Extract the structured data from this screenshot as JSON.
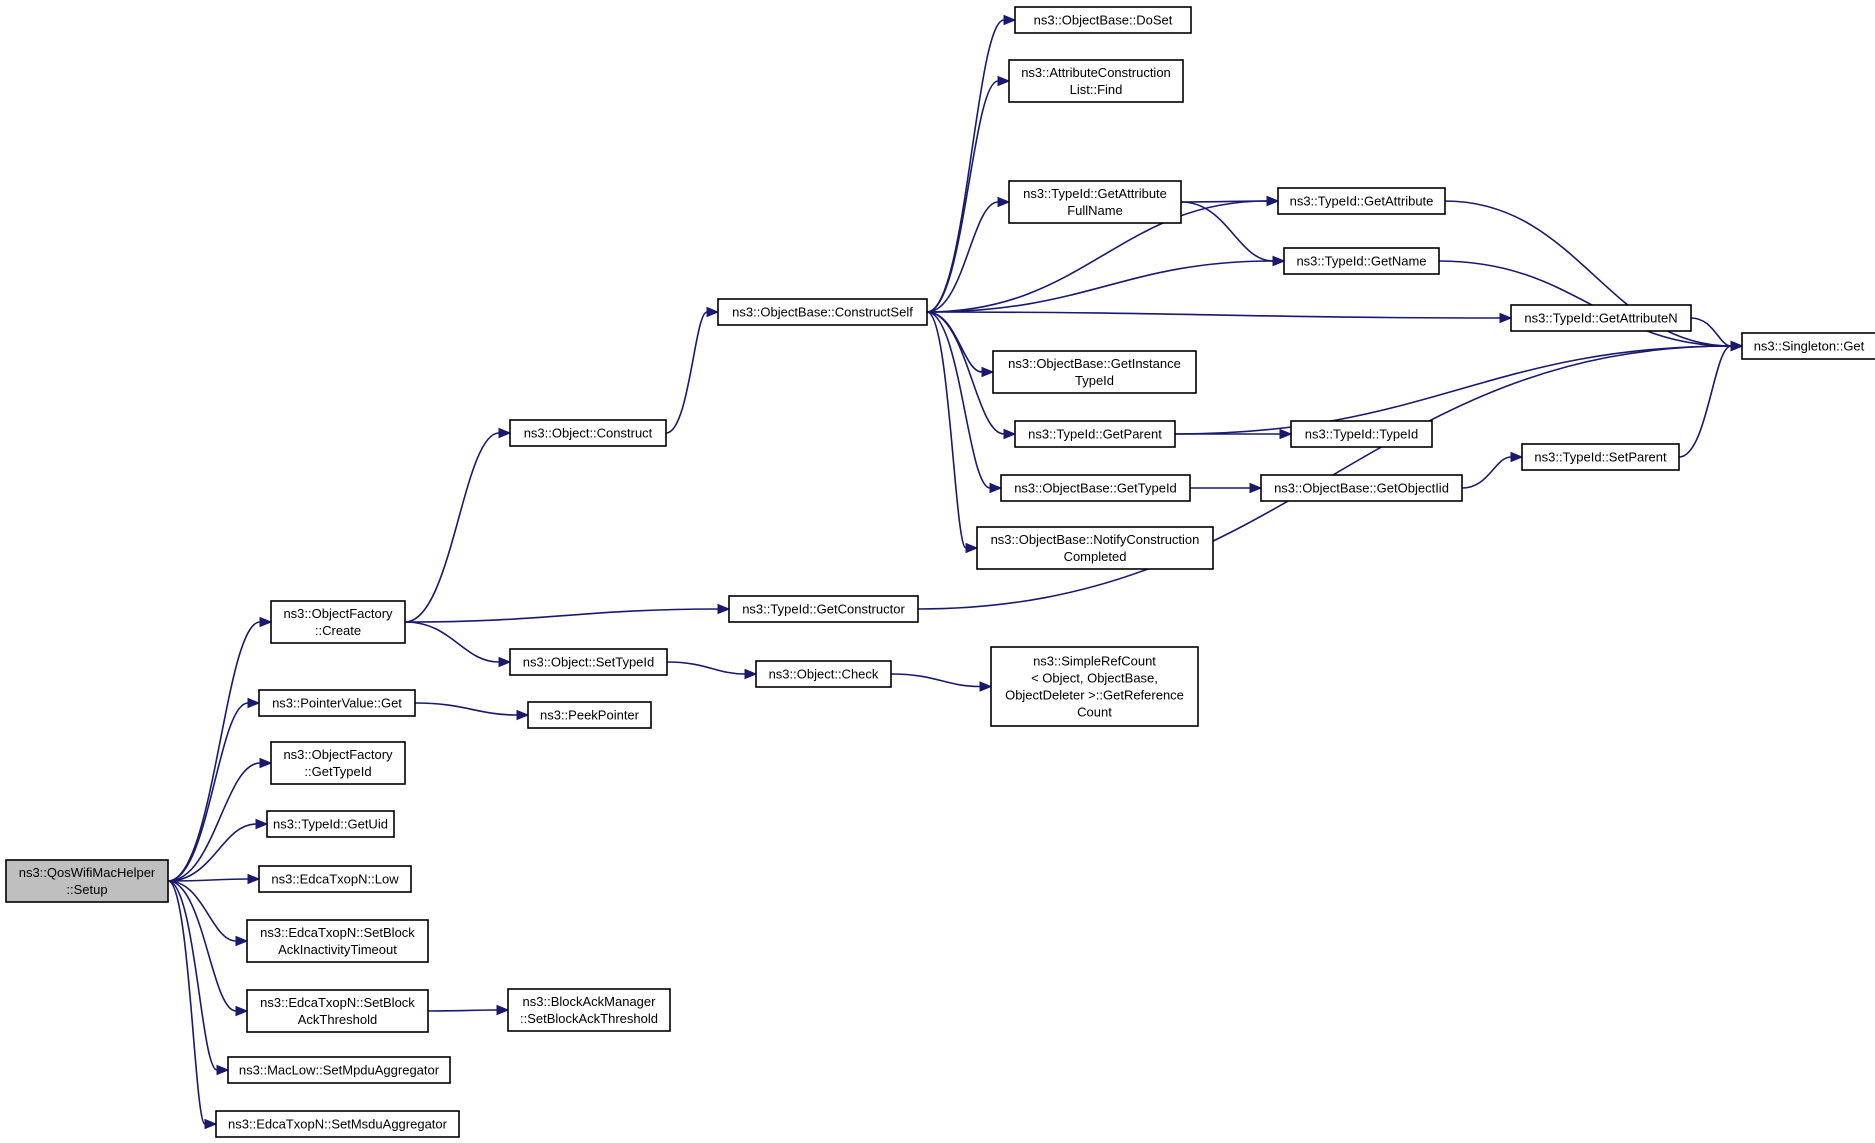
{
  "graph": {
    "root": "setup",
    "nodes": [
      {
        "id": "setup",
        "lines": [
          "ns3::QosWifiMacHelper",
          "::Setup"
        ]
      },
      {
        "id": "of_create",
        "lines": [
          "ns3::ObjectFactory",
          "::Create"
        ]
      },
      {
        "id": "pv_get",
        "lines": [
          "ns3::PointerValue::Get"
        ]
      },
      {
        "id": "of_gettypeid",
        "lines": [
          "ns3::ObjectFactory",
          "::GetTypeId"
        ]
      },
      {
        "id": "tid_getuid",
        "lines": [
          "ns3::TypeId::GetUid"
        ]
      },
      {
        "id": "edca_low",
        "lines": [
          "ns3::EdcaTxopN::Low"
        ]
      },
      {
        "id": "edca_setblockack_inact",
        "lines": [
          "ns3::EdcaTxopN::SetBlock",
          "AckInactivityTimeout"
        ]
      },
      {
        "id": "edca_setblockack_thr",
        "lines": [
          "ns3::EdcaTxopN::SetBlock",
          "AckThreshold"
        ]
      },
      {
        "id": "maclow_setmpdu",
        "lines": [
          "ns3::MacLow::SetMpduAggregator"
        ]
      },
      {
        "id": "edca_setmsdu",
        "lines": [
          "ns3::EdcaTxopN::SetMsduAggregator"
        ]
      },
      {
        "id": "obj_construct",
        "lines": [
          "ns3::Object::Construct"
        ]
      },
      {
        "id": "obj_settypeid",
        "lines": [
          "ns3::Object::SetTypeId"
        ]
      },
      {
        "id": "peekpointer",
        "lines": [
          "ns3::PeekPointer"
        ]
      },
      {
        "id": "bam_setthr",
        "lines": [
          "ns3::BlockAckManager",
          "::SetBlockAckThreshold"
        ]
      },
      {
        "id": "ob_constructself",
        "lines": [
          "ns3::ObjectBase::ConstructSelf"
        ]
      },
      {
        "id": "tid_getconstructor",
        "lines": [
          "ns3::TypeId::GetConstructor"
        ]
      },
      {
        "id": "obj_check",
        "lines": [
          "ns3::Object::Check"
        ]
      },
      {
        "id": "ob_doset",
        "lines": [
          "ns3::ObjectBase::DoSet"
        ]
      },
      {
        "id": "acl_find",
        "lines": [
          "ns3::AttributeConstruction",
          "List::Find"
        ]
      },
      {
        "id": "tid_getattrfullname",
        "lines": [
          "ns3::TypeId::GetAttribute",
          "FullName"
        ]
      },
      {
        "id": "ob_getinstancetypeid",
        "lines": [
          "ns3::ObjectBase::GetInstance",
          "TypeId"
        ]
      },
      {
        "id": "tid_getparent",
        "lines": [
          "ns3::TypeId::GetParent"
        ]
      },
      {
        "id": "ob_gettypeid",
        "lines": [
          "ns3::ObjectBase::GetTypeId"
        ]
      },
      {
        "id": "ob_notify",
        "lines": [
          "ns3::ObjectBase::NotifyConstruction",
          "Completed"
        ]
      },
      {
        "id": "src_getrefcount",
        "lines": [
          "ns3::SimpleRefCount",
          "< Object, ObjectBase,",
          " ObjectDeleter >::GetReference",
          "Count"
        ]
      },
      {
        "id": "tid_getattribute",
        "lines": [
          "ns3::TypeId::GetAttribute"
        ]
      },
      {
        "id": "tid_getname",
        "lines": [
          "ns3::TypeId::GetName"
        ]
      },
      {
        "id": "tid_typeid",
        "lines": [
          "ns3::TypeId::TypeId"
        ]
      },
      {
        "id": "ob_getobjectiid",
        "lines": [
          "ns3::ObjectBase::GetObjectIid"
        ]
      },
      {
        "id": "tid_getattributen",
        "lines": [
          "ns3::TypeId::GetAttributeN"
        ]
      },
      {
        "id": "tid_setparent",
        "lines": [
          "ns3::TypeId::SetParent"
        ]
      },
      {
        "id": "singleton_get",
        "lines": [
          "ns3::Singleton::Get"
        ]
      }
    ],
    "edges": [
      [
        "setup",
        "of_create"
      ],
      [
        "setup",
        "pv_get"
      ],
      [
        "setup",
        "of_gettypeid"
      ],
      [
        "setup",
        "tid_getuid"
      ],
      [
        "setup",
        "edca_low"
      ],
      [
        "setup",
        "edca_setblockack_inact"
      ],
      [
        "setup",
        "edca_setblockack_thr"
      ],
      [
        "setup",
        "maclow_setmpdu"
      ],
      [
        "setup",
        "edca_setmsdu"
      ],
      [
        "of_create",
        "obj_construct"
      ],
      [
        "of_create",
        "tid_getconstructor"
      ],
      [
        "of_create",
        "obj_settypeid"
      ],
      [
        "pv_get",
        "peekpointer"
      ],
      [
        "edca_setblockack_thr",
        "bam_setthr"
      ],
      [
        "obj_construct",
        "ob_constructself"
      ],
      [
        "obj_settypeid",
        "obj_check"
      ],
      [
        "obj_check",
        "src_getrefcount"
      ],
      [
        "tid_getconstructor",
        "singleton_get"
      ],
      [
        "ob_constructself",
        "ob_doset"
      ],
      [
        "ob_constructself",
        "acl_find"
      ],
      [
        "ob_constructself",
        "tid_getattribute"
      ],
      [
        "ob_constructself",
        "tid_getattrfullname"
      ],
      [
        "ob_constructself",
        "tid_getname"
      ],
      [
        "ob_constructself",
        "tid_getattributen"
      ],
      [
        "ob_constructself",
        "ob_getinstancetypeid"
      ],
      [
        "ob_constructself",
        "tid_getparent"
      ],
      [
        "ob_constructself",
        "ob_gettypeid"
      ],
      [
        "ob_constructself",
        "ob_notify"
      ],
      [
        "tid_getattrfullname",
        "tid_getattribute"
      ],
      [
        "tid_getattrfullname",
        "tid_getname"
      ],
      [
        "tid_getattribute",
        "singleton_get"
      ],
      [
        "tid_getname",
        "singleton_get"
      ],
      [
        "tid_getattributen",
        "singleton_get"
      ],
      [
        "tid_getparent",
        "singleton_get"
      ],
      [
        "tid_getparent",
        "tid_typeid"
      ],
      [
        "ob_gettypeid",
        "ob_getobjectiid"
      ],
      [
        "ob_getobjectiid",
        "tid_setparent"
      ],
      [
        "tid_setparent",
        "singleton_get"
      ]
    ]
  }
}
